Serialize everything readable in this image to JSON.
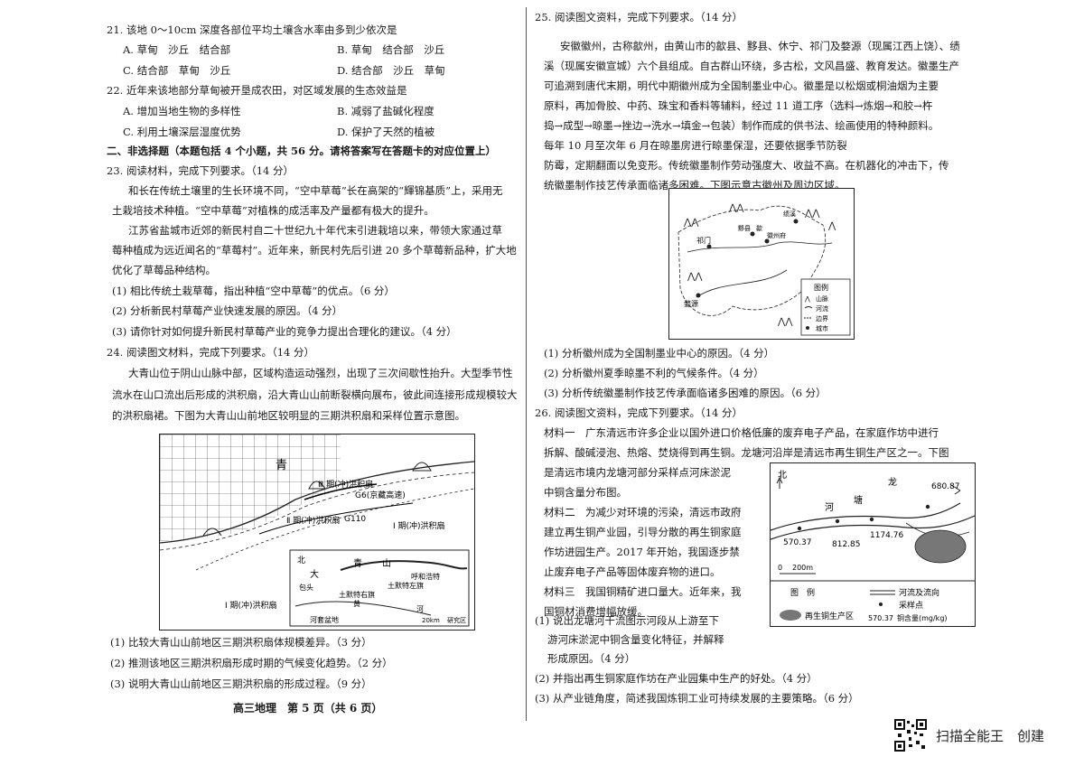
{
  "left": {
    "q21": "21. 该地 0～10cm 深度各部位平均土壤含水率由多到少依次是",
    "q21_opts": [
      "A. 草甸　沙丘　结合部",
      "B. 草甸　结合部　沙丘",
      "C. 结合部　草甸　沙丘",
      "D. 结合部　沙丘　草甸"
    ],
    "q22": "22. 近年来该地部分草甸被开垦成农田，对区域发展的生态效益是",
    "q22_opts": [
      "A. 增加当地生物的多样性",
      "B. 减弱了盐碱化程度",
      "C. 利用土壤深层湿度优势",
      "D. 保护了天然的植被"
    ],
    "section2": "二、非选择题（本题包括 4 个小题，共 56 分。请将答案写在答题卡的对应位置上）",
    "q23": "23. 阅读材料，完成下列要求。（14 分）",
    "q23_lines": [
      "和长在传统土壤里的生长环境不同，“空中草莓”长在高架的“輝锦基质”上，采用无",
      "土栽培技术种植。“空中草莓”对植株的成活率及产量都有极大的提升。",
      "江苏省盐城市近郊的新民村自二十世纪九十年代末引进栽培以来，带领大家通过草",
      "莓种植成为远近闻名的“草莓村”。近年来，新民村先后引进 20 多个草莓新品种，扩大地",
      "优化了草莓品种结构。"
    ],
    "q23_asks": [
      "(1) 相比传统土栽草莓，指出种植“空中草莓”的优点。（6 分）",
      "(2) 分析新民村草莓产业快速发展的原因。（4 分）",
      "(3) 请你针对如何提升新民村草莓产业的竞争力提出合理化的建议。（4 分）"
    ],
    "q24": "24. 阅读图文材料，完成下列要求。（14 分）",
    "q24_lines": [
      "大青山位于阴山山脉中部，区域构造运动强烈，出现了三次间歇性抬升。大型季节性",
      "流水在山口流出后形成的洪积扇，沿大青山山前断裂横向展布，彼此间连接形成规模较大",
      "的洪积扇裙。下图为大青山山前地区较明显的三期洪积扇和采样位置示意图。"
    ],
    "q24_asks": [
      "(1) 比较大青山山前地区三期洪积扇体规模差异。（3 分）",
      "(2) 推测该地区三期洪积扇形成时期的气候变化趋势。（2 分）",
      "(3) 说明大青山山前地区三期洪积扇的形成过程。（9 分）"
    ],
    "map": {
      "label_qing": "青",
      "label_fan3": "Ⅲ 期(冲)洪积扇",
      "label_g6": "G6(京藏高速)",
      "label_fan2": "Ⅱ 期(冲)洪积扇",
      "label_g110": "G110",
      "label_fan1a": "Ⅰ 期(冲)洪积扇",
      "label_fan1b": "Ⅰ 期(冲)洪积扇",
      "inset_north": "北",
      "inset_da": "大",
      "inset_qing": "青",
      "inset_shan": "山",
      "inset_baotou": "包头",
      "inset_huhehaote": "呼和浩特",
      "inset_tumote_left": "土默特左旗",
      "inset_tumote_right": "土默特右旗",
      "inset_huang": "黄",
      "inset_he": "河",
      "inset_basin": "河套盆地",
      "inset_scale": "20km",
      "inset_area": "研究区"
    }
  },
  "right": {
    "q25": "25. 阅读图文资料，完成下列要求。（14 分）",
    "q25_lines": [
      "安徽徽州，古称歙州，由黄山市的歙县、黟县、休宁、祁门及婺源（现属江西上饶）、绩",
      "溪（现属安徽宣城）六个县组成。自古群山环绕，多古松，文风昌盛、教育发达。徽墨生产",
      "可追溯到唐代末期，明代中期徽州成为全国制墨业中心。徽墨是以松烟或桐油烟为主要",
      "原料，再加骨胶、中药、珠宝和香料等辅料，经过 11 道工序（选料→炼烟→和胶→杵",
      "捣→成型→晾墨→挫边→洗水→填金→包装）制作而成的供书法、绘画使用的特种颜料。",
      "每年 10 月至次年 6 月在晾墨房进行晾墨保湿，还要依据季节防裂",
      "防霉，定期翻面以免变形。传统徽墨制作劳动强度大、收益不高。在机器化的冲击下，传",
      "统徽墨制作技艺传承面临诸多困难。下图示意古徽州及周边区域。"
    ],
    "q25_asks": [
      "(1) 分析徽州成为全国制墨业中心的原因。（4 分）",
      "(2) 分析徽州夏季晾墨不利的气候条件。（4 分）",
      "(3) 分析传统徽墨制作技艺传承面临诸多困难的原因。（6 分）"
    ],
    "huizhou_map": {
      "qimen": "祁门",
      "yi": "黟县",
      "she": "歙",
      "huizhou": "徽州府",
      "jixi": "绩溪",
      "wuyuan": "婺源",
      "legend_title": "图例",
      "legend_items": [
        "山脉",
        "河流",
        "边界",
        "城市"
      ]
    },
    "q26": "26. 阅读图文资料，完成下列要求。（14 分）",
    "q26_m1_lines": [
      "材料一　广东清远市许多企业以国外进口价格低廉的废弃电子产品，在家庭作坊中进行",
      "拆解、酸碱浸泡、热熔、焚烧得到再生铜。龙塘河沿岸是清远市再生铜生产区之一。下图",
      "是清远市境内龙塘河部分采样点河床淤泥",
      "中铜含量分布图。"
    ],
    "q26_m2_lines": [
      "材料二　为减少对环境的污染，清远市政府",
      "建立再生铜产业园，引导分散的再生铜家庭",
      "作坊进园生产。2017 年开始，我国逐步禁",
      "止废弃电子产品等固体废弃物的进口。"
    ],
    "q26_m3_lines": [
      "材料三　我国铜精矿进口量大。近年来，我",
      "国铜材消费增幅放缓。"
    ],
    "q26_asks": [
      "(1) 说出龙塘河干流图示河段从上游至下",
      "游河床淤泥中铜含量变化特征，并解释",
      "形成原因。（4 分）",
      "(2) 并指出再生铜家庭作坊在产业园集中生产的好处。（4 分）",
      "(3) 从产业链角度，简述我国炼铜工业可持续发展的主要策略。（6 分）"
    ],
    "river_map": {
      "north": "北",
      "long": "龙",
      "tang": "塘",
      "he": "河",
      "v1": "680.87",
      "v2": "1174.76",
      "v3": "812.85",
      "v4": "570.37",
      "scale0": "0",
      "scale": "200m",
      "legend_title": "图　例",
      "legend_river": "河流及流向",
      "legend_sample": "采样点",
      "legend_sample_val": "570.37",
      "legend_sample_unit": "铜含量(mg/kg)",
      "legend_zone": "再生铜生产区"
    }
  },
  "footer": "高三地理　第 5 页（共 6 页）",
  "brand": "扫描全能王　创建"
}
